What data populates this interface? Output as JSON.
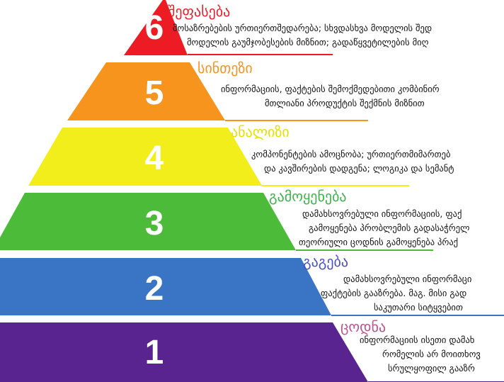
{
  "levels": [
    {
      "number": "6",
      "title": "შეფასება",
      "color": "#ed1c24",
      "title_color": "#e8202a",
      "lines": [
        "მოსაზრებების ურთიერთშედარება; სხვდასხვა მოდელის შედ",
        "მოდელის გაუმჯობესების მიზნით;  გადაწყვეტილების მიღ"
      ]
    },
    {
      "number": "5",
      "title": "სინთეზი",
      "color": "#f7941d",
      "title_color": "#f7941d",
      "lines": [
        "ინფორმაციის, ფაქტების შემოქმედებითი კომბინირ",
        "მთლიანი პროდუქტის შექმნის მიზნით"
      ]
    },
    {
      "number": "4",
      "title": "ანალიზი",
      "color": "#f2ee1c",
      "title_color": "#e6e000",
      "lines": [
        "კომპონენტების ამოცნობა; ურთიერთმიმართებ",
        "და კავშირების დადგენა; ლოგიკა და სემანტ"
      ]
    },
    {
      "number": "3",
      "title": "გამოყენება",
      "color": "#4cbb3a",
      "title_color": "#3cb44b",
      "lines": [
        "დამახსოვრებული ინფორმაციის, ფაქ",
        "გამოყენება პრობლემის გადასაჭრელ",
        "თეორიული ცოდნის გამოყენება პრაქ"
      ]
    },
    {
      "number": "2",
      "title": "გაგება",
      "color": "#3a74c4",
      "title_color": "#4a4ed0",
      "lines": [
        "დამახსოვრებული ინფორმაცი",
        "ფაქტების გააზრება.  მაგ. მისი გად",
        "საკუთარი სიტყვებით"
      ]
    },
    {
      "number": "1",
      "title": "ცოდნა",
      "color": "#5a2490",
      "title_color": "#c0508f",
      "lines": [
        "ინფორმაციის ისეთი დამახ",
        "რომელის არ მოითხოვ",
        "სრულყოფილ გააზრ"
      ]
    }
  ]
}
